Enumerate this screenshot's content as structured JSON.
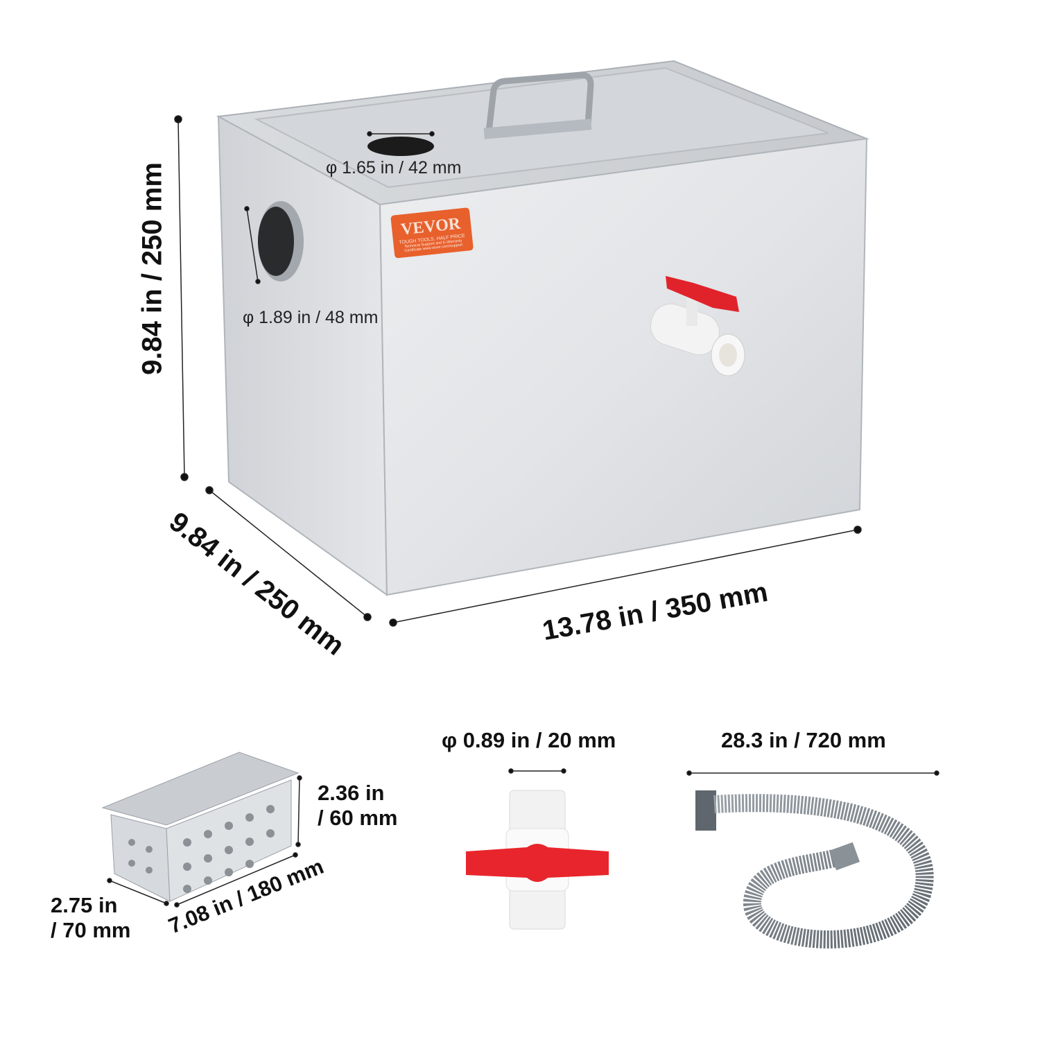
{
  "brand": {
    "logo_text": "VEVOR",
    "tagline": "TOUGH TOOLS, HALF PRICE",
    "fine_print": "Technical Support and E-Warranty Certificate www.vevor.com/support",
    "color": "#e8602c"
  },
  "tank": {
    "height_label": "9.84 in / 250 mm",
    "depth_label": "9.84 in / 250 mm",
    "width_label": "13.78 in / 350 mm",
    "top_hole_label": "φ 1.65 in / 42 mm",
    "inlet_label": "φ 1.89 in / 48 mm"
  },
  "accessories": {
    "basket": {
      "height_label_1": "2.36 in",
      "height_label_2": "/ 60 mm",
      "width_label_1": "2.75 in",
      "width_label_2": "/ 70 mm",
      "length_label": "7.08 in / 180 mm"
    },
    "valve": {
      "diameter_label": "φ 0.89 in / 20 mm",
      "handle_color": "#e8252c"
    },
    "hose": {
      "length_label": "28.3 in / 720 mm",
      "color": "#7d8590"
    }
  }
}
